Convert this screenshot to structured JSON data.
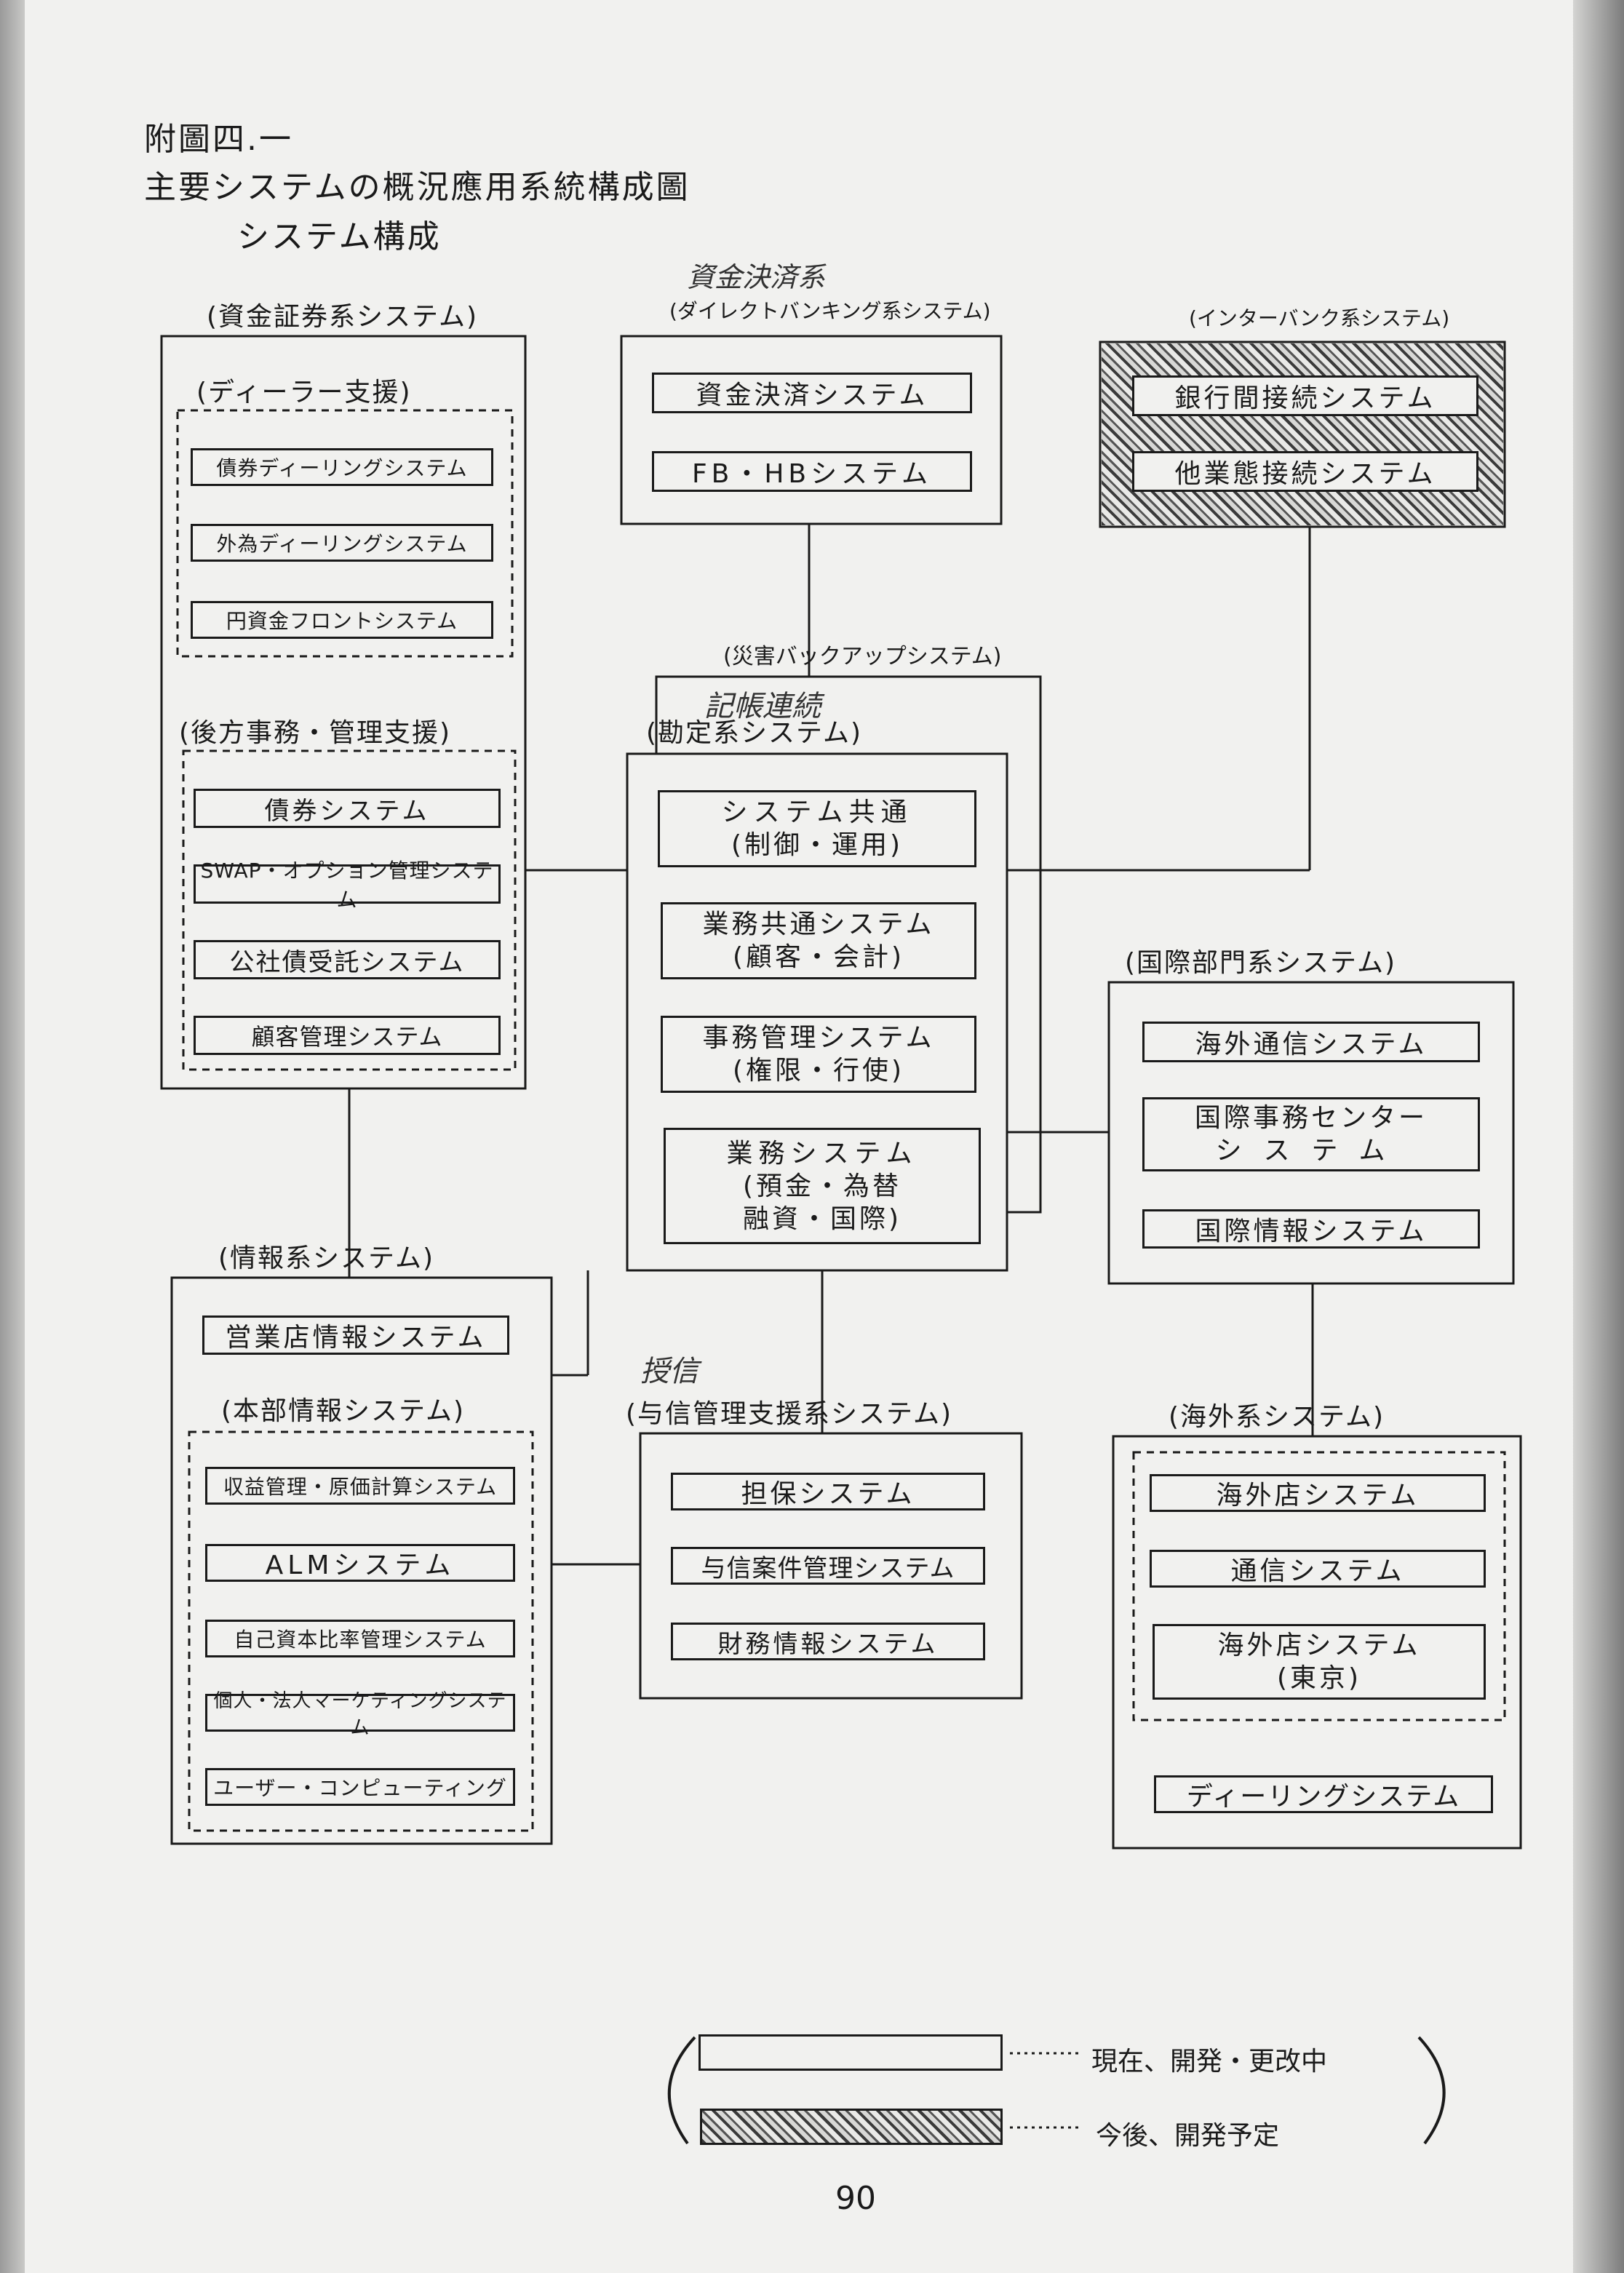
{
  "figure_label": "附圖四.一",
  "title": "主要システムの概況應用系統構成圖",
  "subtitle": "システム構成",
  "groups": {
    "shikin": {
      "label": "(資金証券系システム)",
      "dealer": {
        "label": "(ディーラー支援)",
        "items": [
          "債券ディーリングシステム",
          "外為ディーリングシステム",
          "円資金フロントシステム"
        ]
      },
      "backoffice": {
        "label": "(後方事務・管理支援)",
        "items": [
          "債券システム",
          "SWAP・オプション管理システム",
          "公社債受託システム",
          "顧客管理システム"
        ]
      }
    },
    "direct": {
      "note": "資金決済系",
      "label": "(ダイレクトバンキング系システム)",
      "items": [
        "資金決済システム",
        "FB・HBシステム"
      ]
    },
    "interbank": {
      "label": "(インターバンク系システム)",
      "items": [
        "銀行間接続システム",
        "他業態接続システム"
      ]
    },
    "kanjo": {
      "backup_label": "(災害バックアップシステム)",
      "note": "記帳連続",
      "label": "(勘定系システム)",
      "items": [
        [
          "システム共通",
          "(制御・運用)"
        ],
        [
          "業務共通システム",
          "(顧客・会計)"
        ],
        [
          "事務管理システム",
          "(権限・行使)"
        ],
        [
          "業務システム",
          "(預金・為替",
          "融資・国際)"
        ]
      ]
    },
    "kokusai": {
      "label": "(国際部門系システム)",
      "items": [
        [
          "海外通信システム"
        ],
        [
          "国際事務センター",
          "システム"
        ],
        [
          "国際情報システム"
        ]
      ]
    },
    "joho": {
      "label": "(情報系システム)",
      "eigyoten": "営業店情報システム",
      "honbu": {
        "label": "(本部情報システム)",
        "items": [
          "収益管理・原価計算システム",
          "ALMシステム",
          "自己資本比率管理システム",
          "個人・法人マーケティングシステム",
          "ユーザー・コンピューティング"
        ]
      }
    },
    "yoshin": {
      "note": "授信",
      "label": "(与信管理支援系システム)",
      "items": [
        "担保システム",
        "与信案件管理システム",
        "財務情報システム"
      ]
    },
    "kaigai": {
      "label": "(海外系システム)",
      "items": [
        [
          "海外店システム"
        ],
        [
          "通信システム"
        ],
        [
          "海外店システム",
          "(東京)"
        ]
      ],
      "dealing": "ディーリングシステム"
    }
  },
  "legend": {
    "current": "現在、開発・更改中",
    "future": "今後、開発予定"
  },
  "page_number": "90"
}
